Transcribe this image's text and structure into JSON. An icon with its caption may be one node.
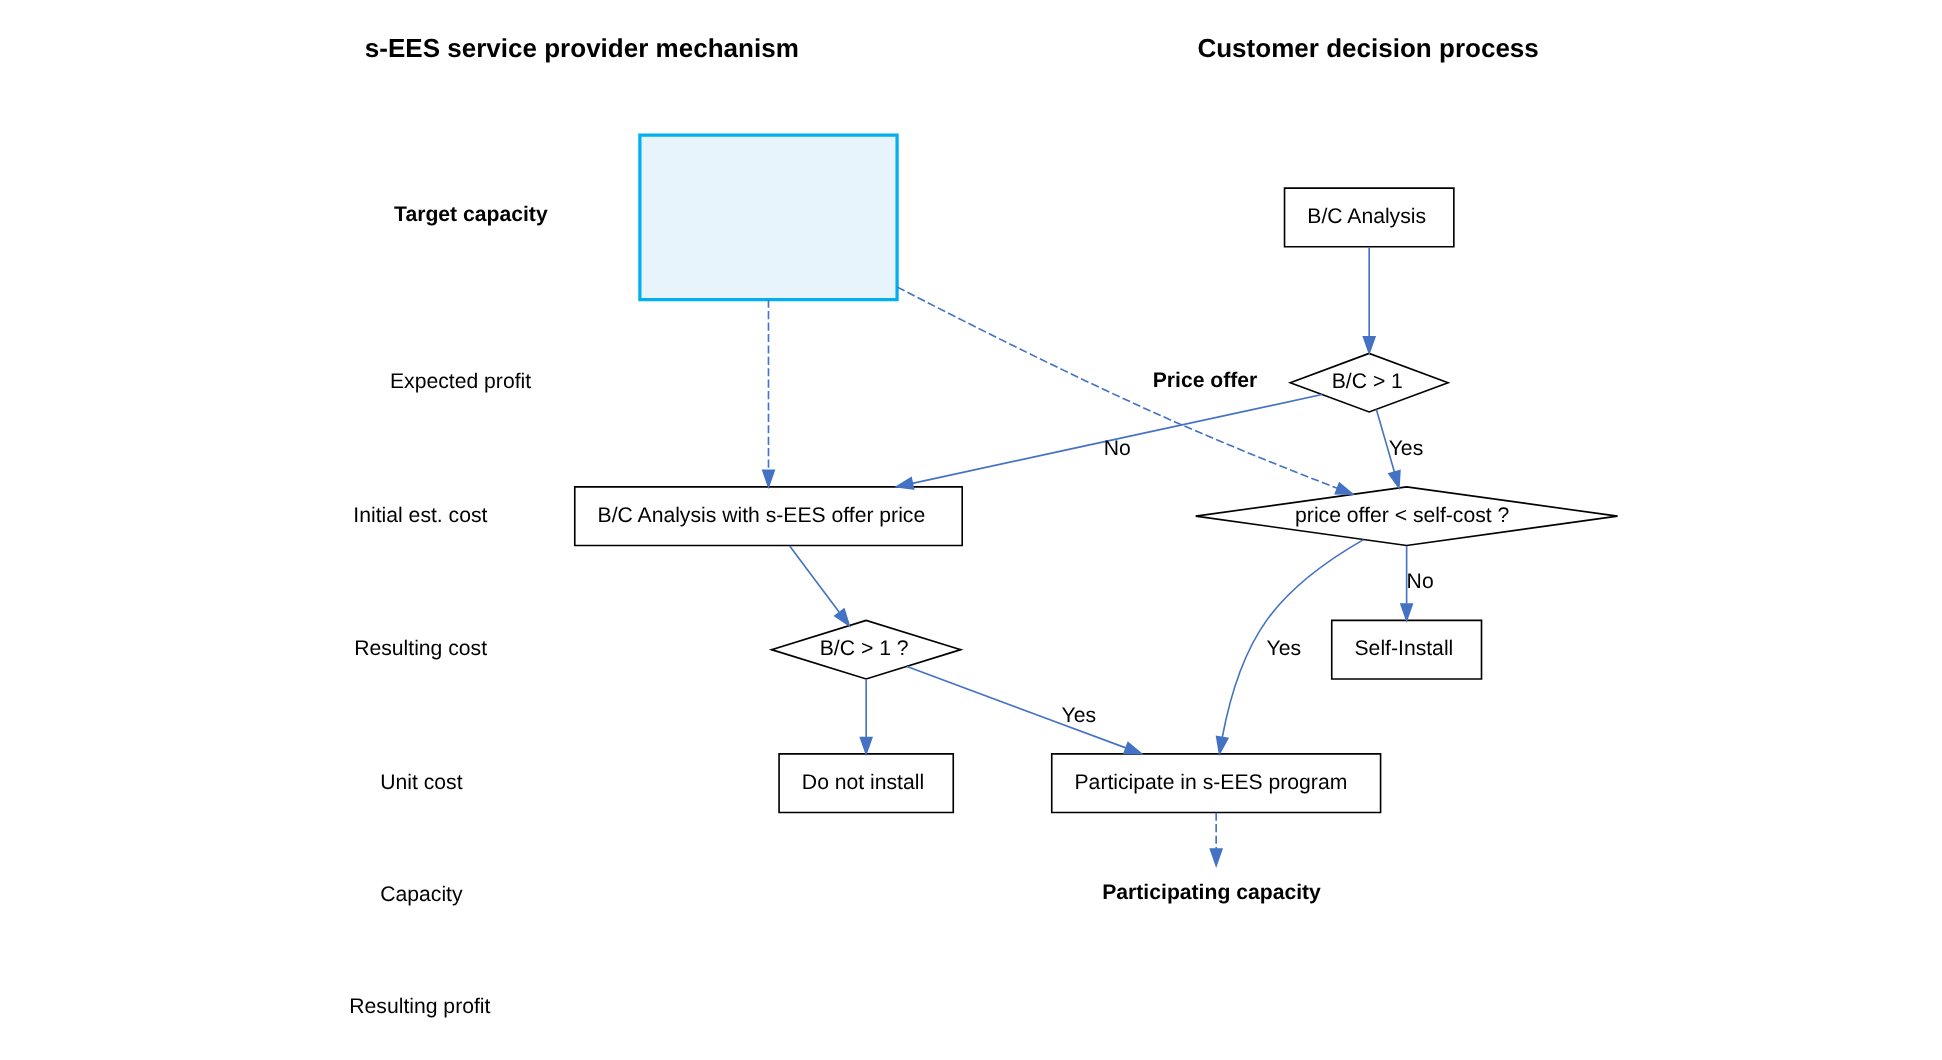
{
  "diagram": {
    "nodes": [
      {
        "text": [],
        "shape": "box"
      },
      {
        "text": [
          "Participating capacity"
        ]
      },
      {
        "text": [
          "B/C Analysis"
        ]
      },
      {
        "text": [
          "B/C > 1"
        ]
      },
      {
        "text": [
          "B/C Analysis with s-EES offer price"
        ]
      },
      {
        "text": [
          "price offer < self-cost ?"
        ]
      },
      {
        "text": [
          "B/C > 1 ?"
        ]
      },
      {
        "text": [
          "Do not install"
        ]
      },
      {
        "text": [
          "Participate in s-EES program"
        ]
      },
      {
        "text": [
          "Self-Install"
        ]
      }
    ],
    "edges": [
      {
        "from": 2,
        "to": 3,
        "arrow": "to"
      },
      {
        "from": 3,
        "to": 4,
        "arrow": "to",
        "label": "No"
      },
      {
        "from": 3,
        "to": 5,
        "arrow": "to",
        "label": "Yes"
      },
      {
        "from": 0,
        "to": 5,
        "arrow": "to",
        "style": "dashed",
        "label": "Price offer"
      },
      {
        "from": 0,
        "to": 4,
        "arrow": "to",
        "style": "dashed"
      },
      {
        "from": 4,
        "to": 6,
        "arrow": "to"
      },
      {
        "from": 6,
        "to": 8,
        "arrow": "to",
        "label": "Yes"
      },
      {
        "from": 6,
        "to": 7,
        "arrow": "to"
      },
      {
        "from": 5,
        "to": 8,
        "arrow": "to",
        "label": "Yes"
      },
      {
        "from": 5,
        "to": 9,
        "arrow": "to",
        "label": "No"
      },
      {
        "from": 8,
        "to": 1,
        "arrow": "to",
        "style": "dashed"
      }
    ],
    "labels": [
      "s-EES service provider mechanism",
      "Customer decision process",
      "Target capacity",
      "Expected profit",
      "Initial est. cost",
      "Resulting cost",
      "Unit cost",
      "Capacity",
      "Resulting profit"
    ]
  }
}
